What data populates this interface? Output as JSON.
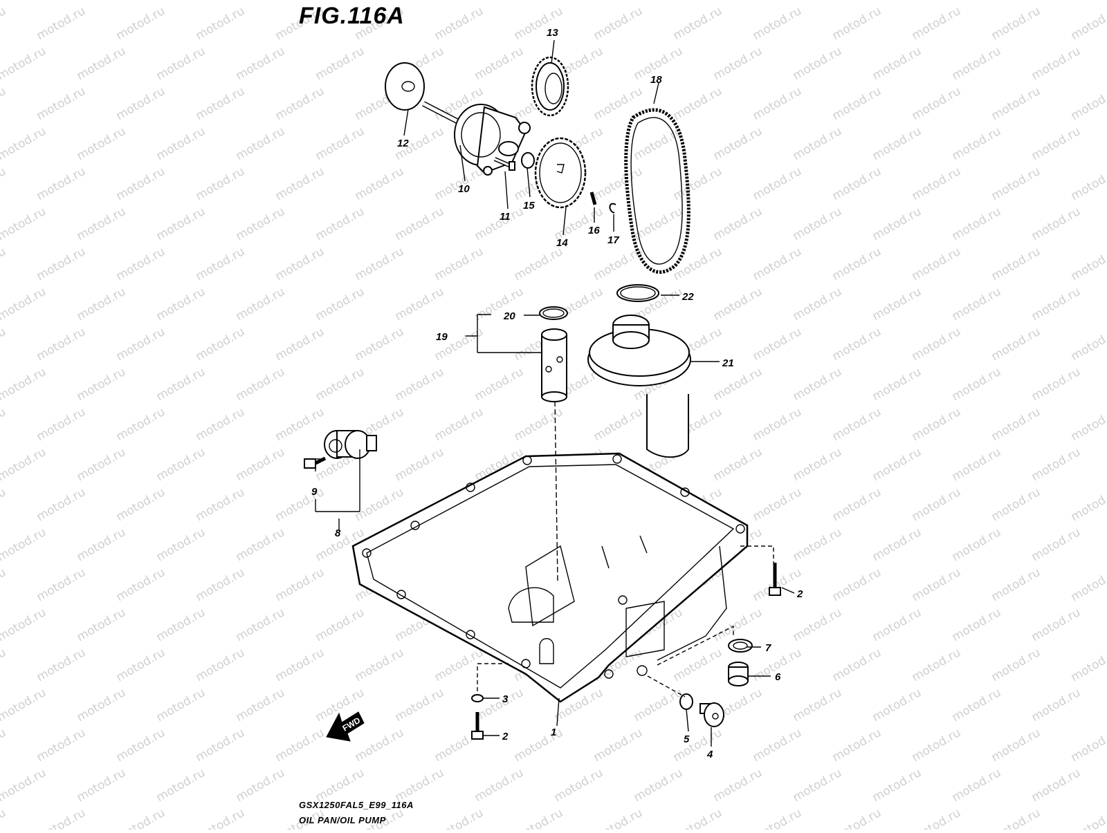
{
  "figure": {
    "title": "FIG.116A",
    "code": "GSX1250FAL5_E99_116A",
    "name": "OIL PAN/OIL PUMP",
    "watermark": "motod.ru",
    "fwd_label": "FWD"
  },
  "callouts": [
    "1",
    "2",
    "2",
    "3",
    "4",
    "5",
    "6",
    "7",
    "8",
    "9",
    "10",
    "11",
    "12",
    "13",
    "14",
    "15",
    "16",
    "17",
    "18",
    "19",
    "20",
    "21",
    "22"
  ]
}
